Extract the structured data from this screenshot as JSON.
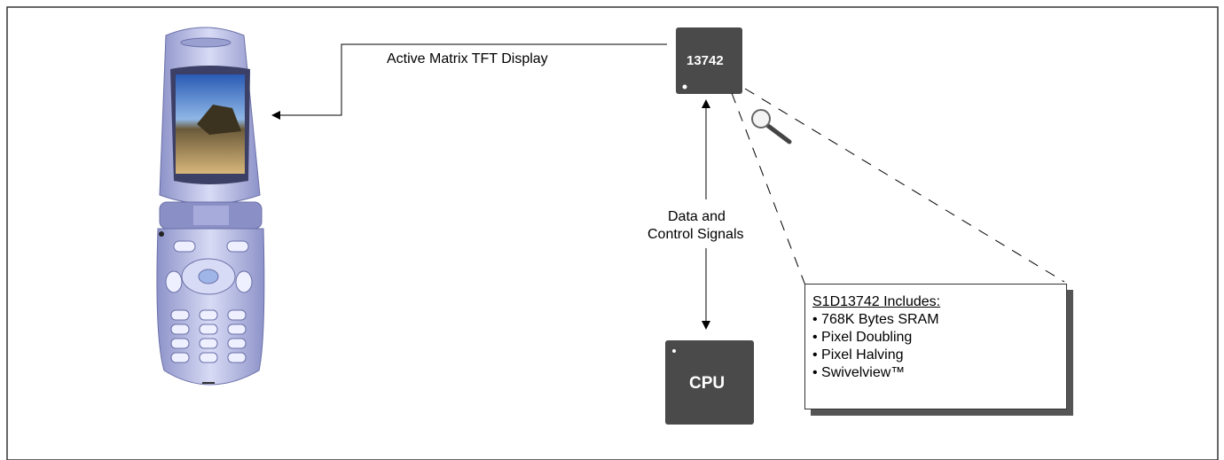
{
  "display_label": "Active Matrix TFT Display",
  "chip": {
    "label": "13742"
  },
  "cpu": {
    "label": "CPU"
  },
  "signals_label": {
    "line1": "Data and",
    "line2": "Control Signals"
  },
  "callout": {
    "title": "S1D13742 Includes:",
    "items": [
      "• 768K Bytes SRAM",
      "• Pixel Doubling",
      "• Pixel Halving",
      "• Swivelview™"
    ]
  },
  "colors": {
    "chip": "#4a4a4a",
    "frame": "#333333",
    "phone_body": "#b8bde8",
    "phone_dark": "#7d84b8"
  }
}
